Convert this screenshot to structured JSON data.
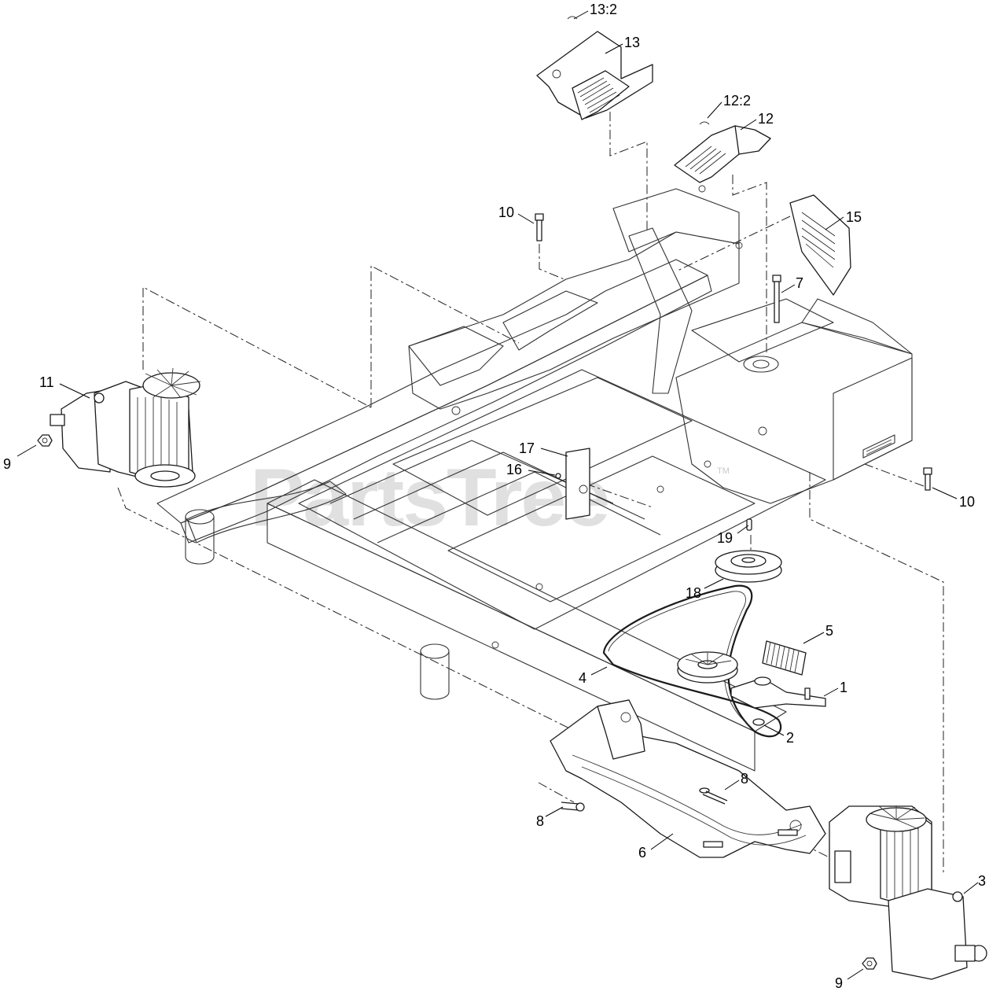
{
  "watermark": {
    "text": "PartsTree",
    "tm": "TM"
  },
  "callouts": [
    {
      "id": "c-13-2",
      "label": "13:2"
    },
    {
      "id": "c-13",
      "label": "13"
    },
    {
      "id": "c-12-2",
      "label": "12:2"
    },
    {
      "id": "c-12",
      "label": "12"
    },
    {
      "id": "c-10-top",
      "label": "10"
    },
    {
      "id": "c-15",
      "label": "15"
    },
    {
      "id": "c-7",
      "label": "7"
    },
    {
      "id": "c-11",
      "label": "11"
    },
    {
      "id": "c-9-left",
      "label": "9"
    },
    {
      "id": "c-17",
      "label": "17"
    },
    {
      "id": "c-16",
      "label": "16"
    },
    {
      "id": "c-10-right",
      "label": "10"
    },
    {
      "id": "c-19",
      "label": "19"
    },
    {
      "id": "c-18",
      "label": "18"
    },
    {
      "id": "c-5",
      "label": "5"
    },
    {
      "id": "c-4",
      "label": "4"
    },
    {
      "id": "c-1",
      "label": "1"
    },
    {
      "id": "c-2",
      "label": "2"
    },
    {
      "id": "c-8-right",
      "label": "8"
    },
    {
      "id": "c-8-left",
      "label": "8"
    },
    {
      "id": "c-6",
      "label": "6"
    },
    {
      "id": "c-3",
      "label": "3"
    },
    {
      "id": "c-9-bottom",
      "label": "9"
    }
  ]
}
